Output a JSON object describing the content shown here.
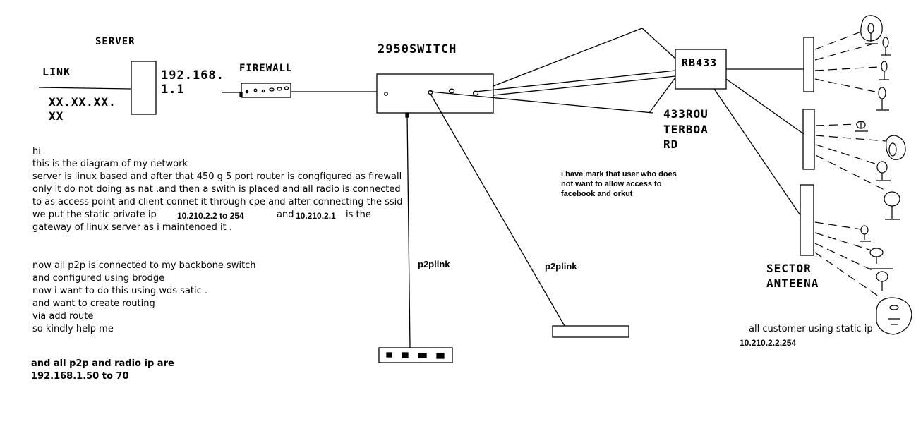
{
  "labels": {
    "server": "SERVER",
    "link": "LINK",
    "link_ip_line1": "XX.XX.XX.",
    "link_ip_line2": "XX",
    "server_ip_line1": "192.168.",
    "server_ip_line2": "1.1",
    "firewall": "FIREWALL",
    "switch": "2950SWITCH",
    "rb433": "RB433",
    "router_board_line1": "433ROU",
    "router_board_line2": "TERBOA",
    "router_board_line3": "RD",
    "p2plink_left": "p2plink",
    "p2plink_right": "p2plink",
    "sector_line1": "SECTOR",
    "sector_line2": "ANTEENA",
    "customers_note": "all customer using static ip",
    "customers_ip": "10.210.2.2.254"
  },
  "mark_note": [
    "i have mark that user who does",
    "not want to allow access to",
    "facebook and orkut"
  ],
  "description": {
    "lines": [
      "hi",
      "this is the diagram of my network",
      "server is linux based and after that 450 g 5 port router is congfigured as firewall",
      "only it do not doing as nat .and then a swith is placed and all radio is connected",
      "to as access point  and client connet it through cpe and after connecting the ssid",
      "we put the static private  ip"
    ],
    "ip_range": "10.210.2.2 to 254",
    "and_word": "and",
    "gateway_ip": "10.210.2.1",
    "is_the": "is the",
    "last_line": "gateway of linux server as i maintenoed it ."
  },
  "p2p_text": [
    "now  all p2p is connected to my backbone switch",
    " and configured using brodge",
    "now i want to do this using wds satic .",
    "and want to create routing",
    "via add route",
    "so kindly help me"
  ],
  "radio_note": [
    "and all p2p and radio ip are",
    "192.168.1.50 to 70"
  ]
}
